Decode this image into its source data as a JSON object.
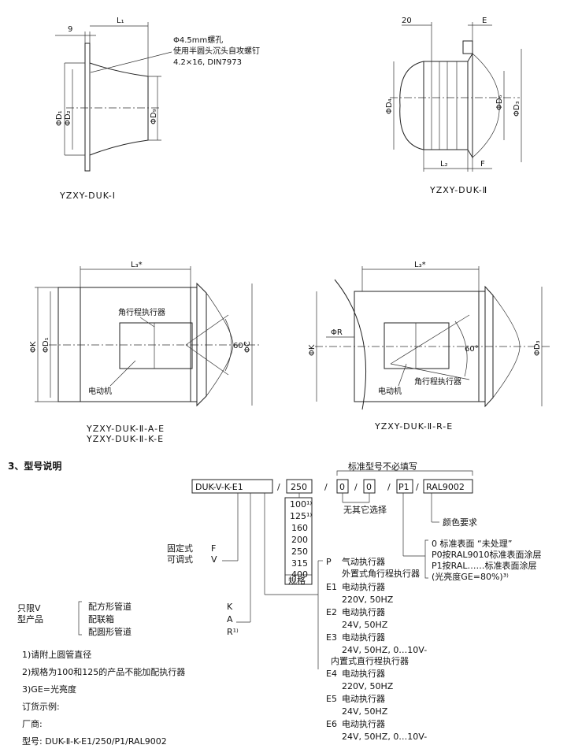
{
  "figures": {
    "fig1": {
      "caption": "YZXY-DUK-Ⅰ",
      "dim_9": "9",
      "dim_L1": "L₁",
      "dim_D1": "ΦD₁",
      "dim_D2": "ΦD₂",
      "dim_D9": "ΦD₉",
      "note_line1": "Φ4.5mm螺孔",
      "note_line2": "使用半圆头沉头自攻螺钉",
      "note_line3": "4.2×16, DIN7973"
    },
    "fig2": {
      "caption": "YZXY-DUK-Ⅱ",
      "dim_20": "20",
      "dim_E": "E",
      "dim_D4": "ΦD₄",
      "dim_D5": "ΦD₅",
      "dim_D3": "ΦD₃",
      "dim_L2": "L₂",
      "dim_F": "F"
    },
    "fig3": {
      "caption_line1": "YZXY-DUK-Ⅱ-A-E",
      "caption_line2": "YZXY-DUK-Ⅱ-K-E",
      "dim_L3": "L₃*",
      "dim_K": "ΦK",
      "dim_D1": "ΦD₁",
      "dim_C": "ΦC",
      "angle": "60°",
      "actuator": "角行程执行器",
      "motor": "电动机"
    },
    "fig4": {
      "caption": "YZXY-DUK-Ⅱ-R-E",
      "dim_L3": "L₃*",
      "dim_R": "ΦR",
      "dim_K": "ΦK",
      "dim_D3": "ΦD₃",
      "angle": "60°",
      "actuator": "角行程执行器",
      "motor": "电动机"
    }
  },
  "model": {
    "heading": "3、型号说明",
    "note_top": "标准型号不必填写",
    "code_main": "DUK-V-K-E1",
    "sep": "/",
    "code_size": "250",
    "code_opt1": "0",
    "code_opt2": "0",
    "code_p1": "P1",
    "code_ral": "RAL9002",
    "no_other": "无其它选择",
    "color_req": "颜色要求",
    "sizes": [
      "100¹⁾",
      "125¹⁾",
      "160",
      "200",
      "250",
      "315",
      "400"
    ],
    "size_label": "规格",
    "fixed": "固定式",
    "fixed_code": "F",
    "adjustable": "可调式",
    "adjustable_code": "V",
    "limit_line1": "只限Ⅴ",
    "limit_line2": "型产品",
    "mount1": "配方形管道",
    "mount1_code": "K",
    "mount2": "配联箱",
    "mount2_code": "A",
    "mount3": "配圆形管道",
    "mount3_code": "R¹⁾",
    "surface": [
      "0 标准表面 “未处理”",
      "P0按RAL9010标准表面涂层",
      "P1按RAL……标准表面涂层",
      "(光亮度GE=80%)³⁾"
    ],
    "actuators": [
      {
        "code": "P",
        "line1": "气动执行器",
        "line2": "外置式角行程执行器"
      },
      {
        "code": "E1",
        "line1": "电动执行器",
        "line2": "220V, 50HZ"
      },
      {
        "code": "E2",
        "line1": "电动执行器",
        "line2": "24V, 50HZ"
      },
      {
        "code": "E3",
        "line1": "电动执行器",
        "line2": "24V, 50HZ, 0…10V-",
        "line3": "内置式直行程执行器"
      },
      {
        "code": "E4",
        "line1": "电动执行器",
        "line2": "220V, 50HZ"
      },
      {
        "code": "E5",
        "line1": "电动执行器",
        "line2": "24V, 50HZ"
      },
      {
        "code": "E6",
        "line1": "电动执行器",
        "line2": "24V, 50HZ, 0…10V-"
      }
    ],
    "notes": [
      "1)请附上圆管直径",
      "2)规格为100和125的产品不能加配执行器",
      "3)GE=光亮度",
      "订货示例:",
      "厂商:",
      "型号: DUK-Ⅱ-K-E1/250/P1/RAL9002"
    ]
  }
}
